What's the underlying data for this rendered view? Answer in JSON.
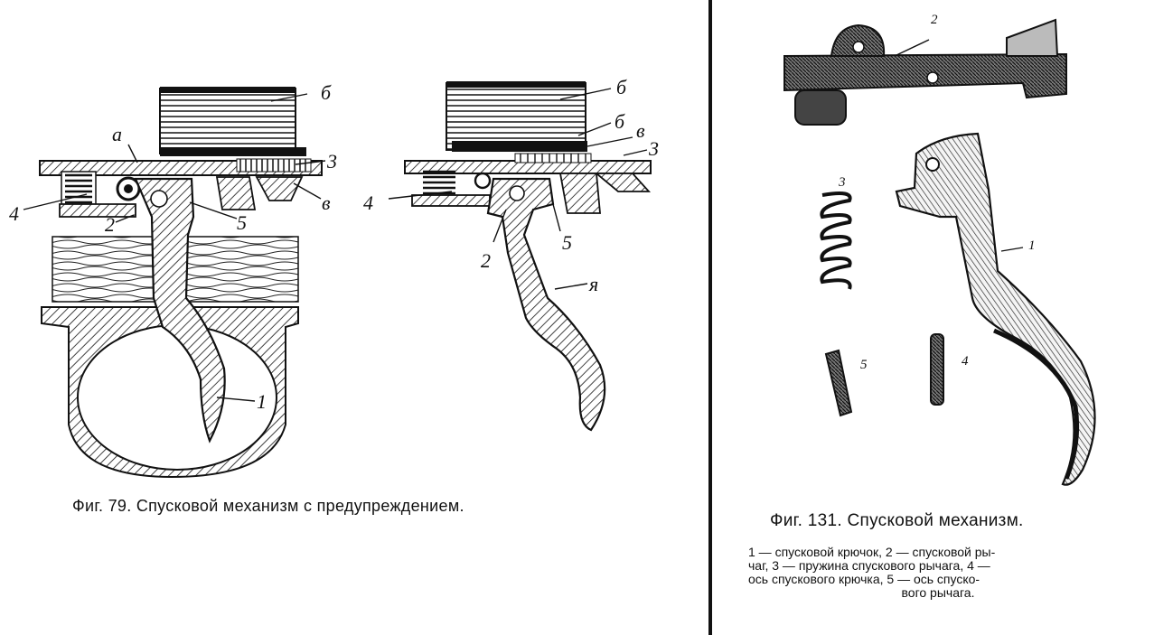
{
  "figure79": {
    "caption": "Фиг. 79. Спусковой механизм с  предупреждением.",
    "labels_left": {
      "a": "а",
      "b": "б",
      "n1": "1",
      "n2": "2",
      "n3": "3",
      "n4": "4",
      "n5": "5",
      "v": "в"
    },
    "labels_right": {
      "b1": "б",
      "b2": "б",
      "v": "в",
      "n2": "2",
      "n3": "3",
      "n4": "4",
      "n5": "5",
      "ya": "я"
    }
  },
  "figure131": {
    "caption": "Фиг. 131. Спусковой механизм.",
    "legend_line1": "1 — спусковой крючок, 2 — спусковой ры-",
    "legend_line2": "чаг, 3 — пружина спускового рычага, 4 —",
    "legend_line3": "ось спускового крючка, 5 — ось спуско-",
    "legend_line4": "вого рычага.",
    "labels": {
      "n1": "1",
      "n2": "2",
      "n3": "3",
      "n4": "4",
      "n5": "5"
    }
  },
  "colors": {
    "ink": "#111111",
    "paper": "#ffffff",
    "shade": "#555555"
  }
}
